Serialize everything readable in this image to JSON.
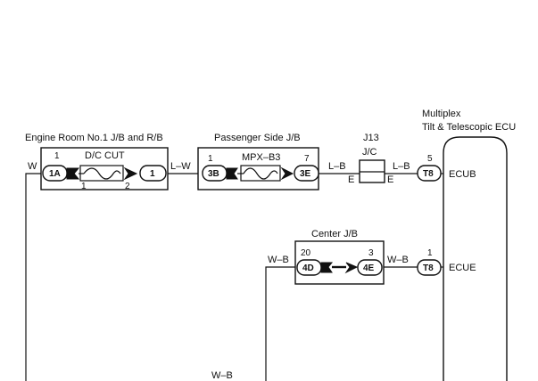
{
  "engine_jb": {
    "title": "Engine Room No.1 J/B and R/B",
    "fuse_name": "D/C CUT",
    "left_pin": "1",
    "left_connector": "1A",
    "right_connector": "1",
    "fuse_pin_in": "1",
    "fuse_pin_out": "2"
  },
  "passenger_jb": {
    "title": "Passenger Side J/B",
    "fuse_name": "MPX–B3",
    "left_pin": "1",
    "left_connector": "3B",
    "right_pin": "7",
    "right_connector": "3E"
  },
  "junction": {
    "id": "J13",
    "type": "J/C",
    "left_mark": "E",
    "right_mark": "E"
  },
  "center_jb": {
    "title": "Center J/B",
    "left_pin": "20",
    "left_connector": "4D",
    "right_pin": "3",
    "right_connector": "4E"
  },
  "ecu": {
    "title_line1": "Multiplex",
    "title_line2": "Tilt & Telescopic ECU",
    "pin_top": "5",
    "connector_top": "T8",
    "terminal_top": "ECUB",
    "pin_bottom": "1",
    "connector_bottom": "T8",
    "terminal_bottom": "ECUE"
  },
  "wires": {
    "w_feed": "W",
    "l_w": "L–W",
    "l_b_1": "L–B",
    "l_b_2": "L–B",
    "w_b_center_in": "W–B",
    "w_b_center_out": "W–B",
    "w_b_bottom": "W–B"
  }
}
